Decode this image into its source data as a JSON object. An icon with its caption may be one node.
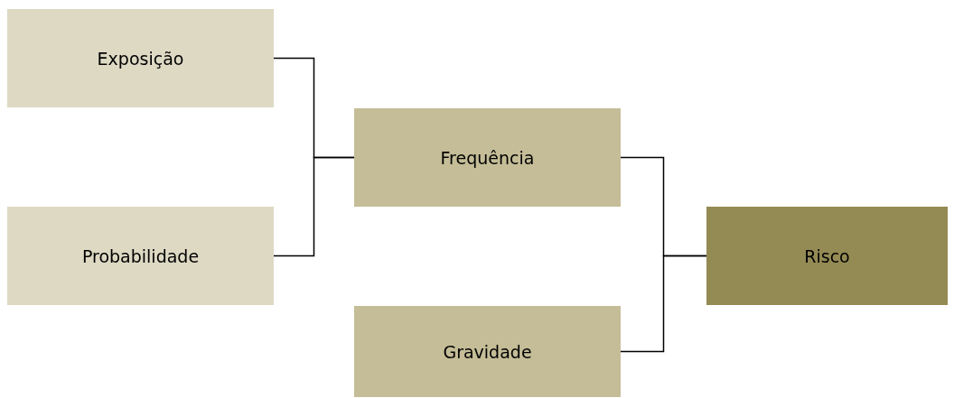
{
  "diagram": {
    "nodes": [
      {
        "text": [
          "Exposição"
        ]
      },
      {
        "text": [
          "Probabilidade"
        ]
      },
      {
        "text": [
          "Frequência"
        ]
      },
      {
        "text": [
          "Gravidade"
        ]
      },
      {
        "text": [
          "Risco"
        ]
      }
    ],
    "edges": [
      {
        "from": 0,
        "to": 2,
        "arrow": "none"
      },
      {
        "from": 1,
        "to": 2,
        "arrow": "none"
      },
      {
        "from": 2,
        "to": 4,
        "arrow": "none"
      },
      {
        "from": 3,
        "to": 4,
        "arrow": "none"
      }
    ]
  }
}
